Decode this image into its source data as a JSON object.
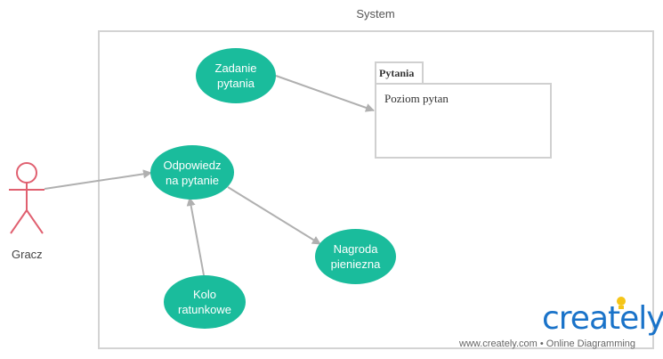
{
  "system": {
    "label": "System"
  },
  "actor": {
    "label": "Gracz"
  },
  "use_cases": {
    "zadanie": "Zadanie\npytania",
    "odpowiedz": "Odpowiedz\nna pytanie",
    "nagroda": "Nagroda\npieniezna",
    "kolo": "Kolo\nratunkowe"
  },
  "package": {
    "title": "Pytania",
    "item": "Poziom pytan"
  },
  "branding": {
    "logo": "creately",
    "tagline": "www.creately.com • Online Diagramming"
  },
  "colors": {
    "use_case": "#1abc9c",
    "actor": "#e06070",
    "arrow": "#b0b0b0",
    "logo": "#1a73c9"
  }
}
